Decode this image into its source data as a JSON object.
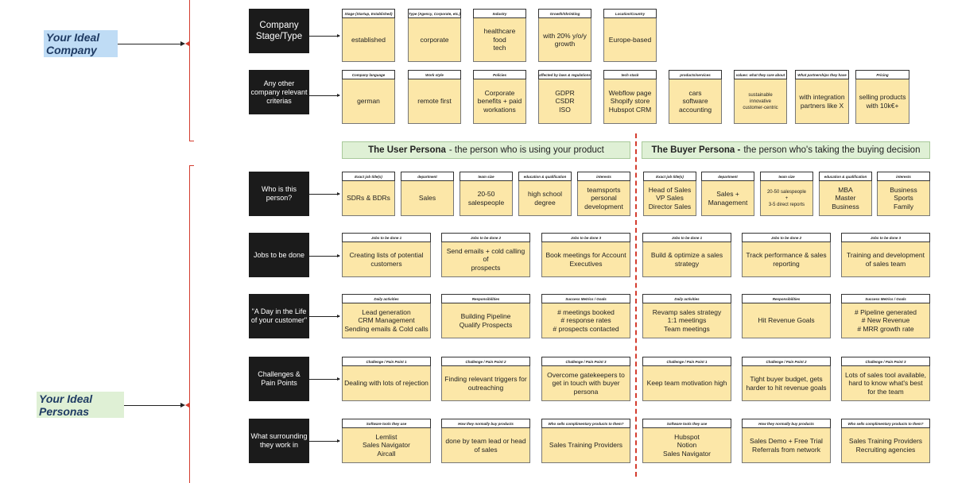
{
  "colors": {
    "sticky": "#fce7a8",
    "label_bg": "#1b1b1b",
    "bracket": "#d43d2f",
    "company_tag_bg": "#bfdcf5",
    "persona_tag_bg": "#dff0d5",
    "side_label_text": "#1f3b63"
  },
  "side": {
    "company_line1": "Your Ideal",
    "company_line2": "Company",
    "personas_line1": "Your Ideal",
    "personas_line2": "Personas"
  },
  "company": {
    "rows": [
      {
        "label": "Company Stage/Type",
        "cards": [
          {
            "header": "Stage (Startup, Established)",
            "body": "established"
          },
          {
            "header": "Type (Agency, Corporate, etc.)",
            "body": "corporate"
          },
          {
            "header": "Industry",
            "body": "healthcare\nfood\ntech"
          },
          {
            "header": "Growth/Shrinking",
            "body": "with 20% y/o/y\ngrowth"
          },
          {
            "header": "Location/Country",
            "body": "Europe-based"
          }
        ]
      },
      {
        "label": "Any other company relevant criterias",
        "cards": [
          {
            "header": "Company language",
            "body": "german"
          },
          {
            "header": "Work style",
            "body": "remote first"
          },
          {
            "header": "Policies",
            "body": "Corporate\nbenefits + paid\nworkations"
          },
          {
            "header": "affected by laws & regulations",
            "body": "GDPR\nCSDR\nISO"
          },
          {
            "header": "tech stack",
            "body": "Webflow page\nShopify store\nHubspot CRM"
          },
          {
            "header": "products/services",
            "body": "cars\nsoftware\naccounting"
          },
          {
            "header": "values: what they care about",
            "body": "sustainable\ninnovative\ncustomer-centric"
          },
          {
            "header": "What partnerships they have",
            "body": "with integration\npartners like X"
          },
          {
            "header": "Pricing",
            "body": "selling products\nwith 10k€+"
          }
        ]
      }
    ]
  },
  "personas": {
    "user_title": "The User Persona",
    "user_desc": "- the person who is using your product",
    "buyer_title": "The Buyer Persona -",
    "buyer_desc": "the person who's taking the buying decision",
    "rows": [
      {
        "label": "Who is this person?",
        "user": [
          {
            "header": "Exact job title(s)",
            "body": "SDRs & BDRs"
          },
          {
            "header": "department",
            "body": "Sales"
          },
          {
            "header": "team size",
            "body": "20-50\nsalespeople"
          },
          {
            "header": "education & qualification",
            "body": "high school\ndegree"
          },
          {
            "header": "interests",
            "body": "teamsports\npersonal\ndevelopment"
          }
        ],
        "buyer": [
          {
            "header": "Exact job title(s)",
            "body": "Head of Sales\nVP Sales\nDirector Sales"
          },
          {
            "header": "department",
            "body": "Sales +\nManagement"
          },
          {
            "header": "team size",
            "body": "20-50 salespeople\n+\n3-5 direct reports"
          },
          {
            "header": "education & qualification",
            "body": "MBA\nMaster Business"
          },
          {
            "header": "interests",
            "body": "Business\nSports\nFamily"
          }
        ]
      },
      {
        "label": "Jobs to be done",
        "user": [
          {
            "header": "Jobs to be done 1",
            "body": "Creating lists of potential\ncustomers"
          },
          {
            "header": "Jobs to be done 2",
            "body": "Send emails + cold calling of\nprospects"
          },
          {
            "header": "Jobs to be done 3",
            "body": "Book meetings for Account\nExecutives"
          }
        ],
        "buyer": [
          {
            "header": "Jobs to be done 1",
            "body": "Build & optimize a sales\nstrategy"
          },
          {
            "header": "Jobs to be done 2",
            "body": "Track performance & sales\nreporting"
          },
          {
            "header": "Jobs to be done 3",
            "body": "Training and development\nof sales team"
          }
        ]
      },
      {
        "label": "\"A Day in the Life of your customer\"",
        "user": [
          {
            "header": "Daily activities",
            "body": "Lead generation\nCRM Management\nSending emails & Cold calls"
          },
          {
            "header": "Responsibilities",
            "body": "Building Pipeline\nQualify Prospects"
          },
          {
            "header": "Success Metrics / Goals",
            "body": "# meetings booked\n# response rates\n# prospects contacted"
          }
        ],
        "buyer": [
          {
            "header": "Daily activities",
            "body": "Revamp sales strategy\n1:1 meetings\nTeam meetings"
          },
          {
            "header": "Responsibilities",
            "body": "Hit Revenue Goals"
          },
          {
            "header": "Success Metrics / Goals",
            "body": "# Pipeline generated\n# New Revenue\n# MRR growth rate"
          }
        ]
      },
      {
        "label": "Challenges & Pain Points",
        "user": [
          {
            "header": "Challenge / Pain Point 1",
            "body": "Dealing with lots of rejection"
          },
          {
            "header": "Challenge / Pain Point 2",
            "body": "Finding relevant triggers for\noutreaching"
          },
          {
            "header": "Challenge / Pain Point 3",
            "body": "Overcome gatekeepers to\nget in touch with buyer\npersona"
          }
        ],
        "buyer": [
          {
            "header": "Challenge / Pain Point 1",
            "body": "Keep team motivation high"
          },
          {
            "header": "Challenge / Pain Point 2",
            "body": "Tight buyer budget, gets\nharder to hit revenue goals"
          },
          {
            "header": "Challenge / Pain Point 3",
            "body": "Lots of sales tool available,\nhard to know what's best\nfor the team"
          }
        ]
      },
      {
        "label": "What surrounding they work in",
        "user": [
          {
            "header": "Software tools they use",
            "body": "Lemlist\nSales Navigator\nAircall"
          },
          {
            "header": "How they normally buy products",
            "body": "done by team lead or head\nof sales"
          },
          {
            "header": "Who sells complimentary products to them?",
            "body": "Sales Training Providers"
          }
        ],
        "buyer": [
          {
            "header": "Software tools they use",
            "body": "Hubspot\nNotion\nSales Navigator"
          },
          {
            "header": "How they normally buy products",
            "body": "Sales Demo + Free Trial\nReferrals from network"
          },
          {
            "header": "Who sells complimentary products to them?",
            "body": "Sales Training Providers\nRecruiting agencies"
          }
        ]
      }
    ]
  }
}
